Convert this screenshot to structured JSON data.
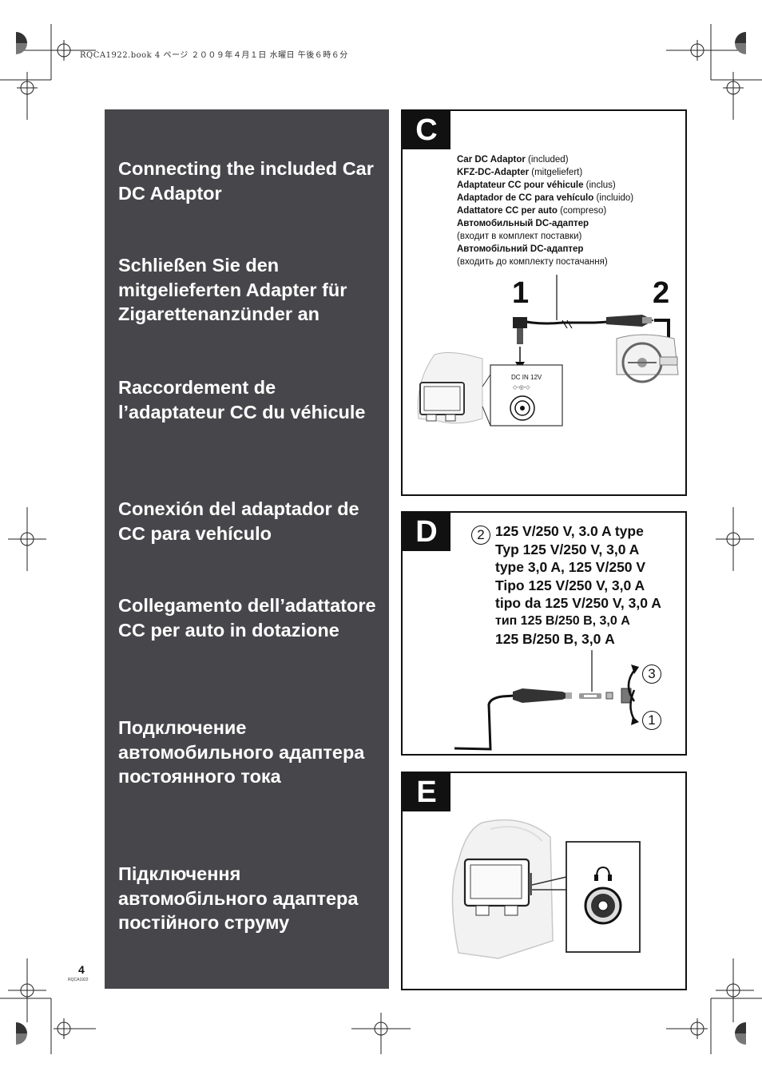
{
  "header": {
    "text": "RQCA1922.book  4 ページ  ２００９年４月１日  水曜日  午後６時６分"
  },
  "headings": [
    "Connecting the included Car DC Adaptor",
    "Schließen Sie den mitgelieferten Adapter für Zigarettenanzünder an",
    "Raccordement de l’adaptateur CC du véhicule",
    "Conexión del adaptador de CC para vehículo",
    "Collegamento dell’adattatore CC per auto in dotazione",
    "Подключение автомобильного адаптера постоянного тока",
    "Підключення автомобільного адаптера постійного струму"
  ],
  "panel_c": {
    "letter": "C",
    "captions": [
      {
        "bold": "Car DC Adaptor",
        "normal": " (included)"
      },
      {
        "bold": "KFZ-DC-Adapter",
        "normal": " (mitgeliefert)"
      },
      {
        "bold": "Adaptateur CC pour véhicule",
        "normal": " (inclus)"
      },
      {
        "bold": "Adaptador de CC para vehículo",
        "normal": " (incluido)"
      },
      {
        "bold": "Adattatore CC per auto",
        "normal": " (compreso)"
      },
      {
        "bold": "Автомобильный DC-адаптер",
        "normal": ""
      },
      {
        "bold": "",
        "normal": "(входит в комплект поставки)"
      },
      {
        "bold": "Автомобільний DC-адаптер",
        "normal": ""
      },
      {
        "bold": "",
        "normal": "(входить до комплекту постачання)"
      }
    ],
    "step1": "1",
    "step2": "2",
    "jack_label": "DC IN 12V"
  },
  "panel_d": {
    "letter": "D",
    "marker_top": "2",
    "lines": [
      "125 V/250 V, 3.0 A type",
      "Typ 125 V/250 V, 3,0 A",
      "type 3,0 A, 125 V/250 V",
      "Tipo 125 V/250 V, 3,0 A",
      "tipo da 125 V/250 V, 3,0 A",
      "тип 125 В/250 В, 3,0 А",
      "125 В/250 В, 3,0 А"
    ],
    "marker_3": "3",
    "marker_1": "1"
  },
  "panel_e": {
    "letter": "E"
  },
  "footer": {
    "page_number": "4",
    "code": "RQCA1922"
  }
}
